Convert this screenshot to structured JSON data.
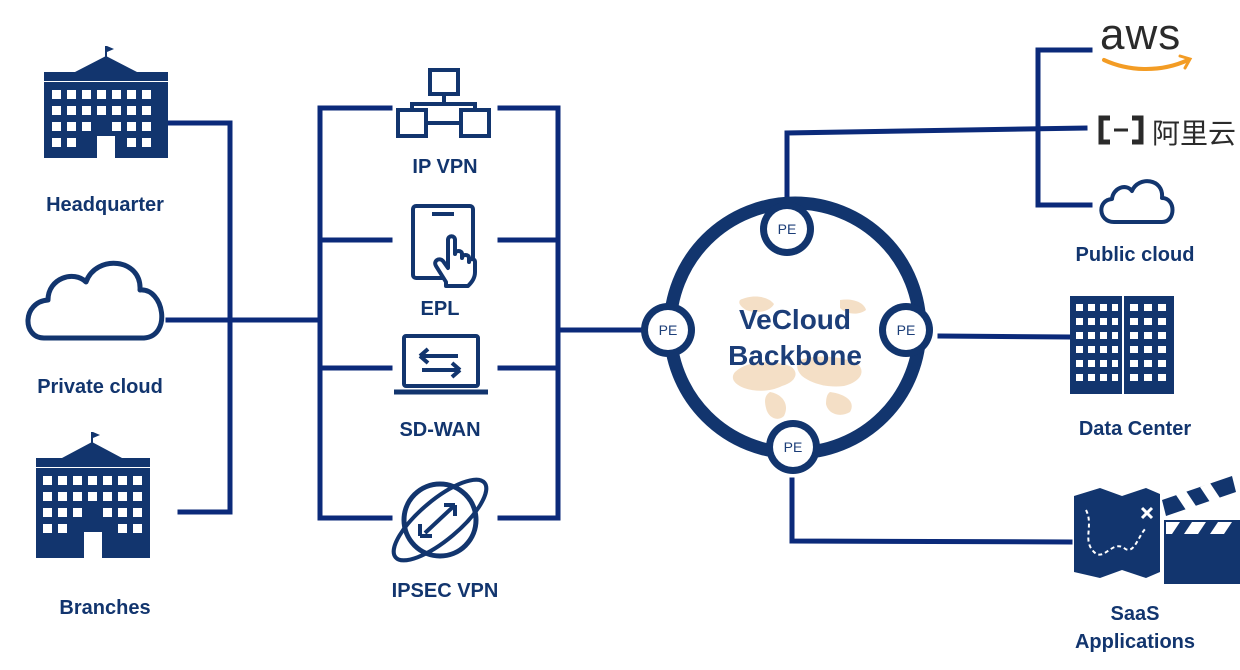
{
  "colors": {
    "line": "#0b2a7a",
    "icon": "#12356e",
    "map": "#f3dcc0",
    "aws_smile": "#f39c24"
  },
  "sources": {
    "headquarter": "Headquarter",
    "private_cloud": "Private cloud",
    "branches": "Branches"
  },
  "services": {
    "ip_vpn": "IP VPN",
    "epl": "EPL",
    "sd_wan": "SD-WAN",
    "ipsec_vpn": "IPSEC VPN"
  },
  "backbone": {
    "line1": "VeCloud",
    "line2": "Backbone",
    "pe_label": "PE"
  },
  "destinations": {
    "public_cloud": "Public cloud",
    "data_center": "Data Center",
    "saas_line1": "SaaS",
    "saas_line2": "Applications"
  },
  "providers": {
    "aws": "aws",
    "alibaba": "阿里云"
  }
}
